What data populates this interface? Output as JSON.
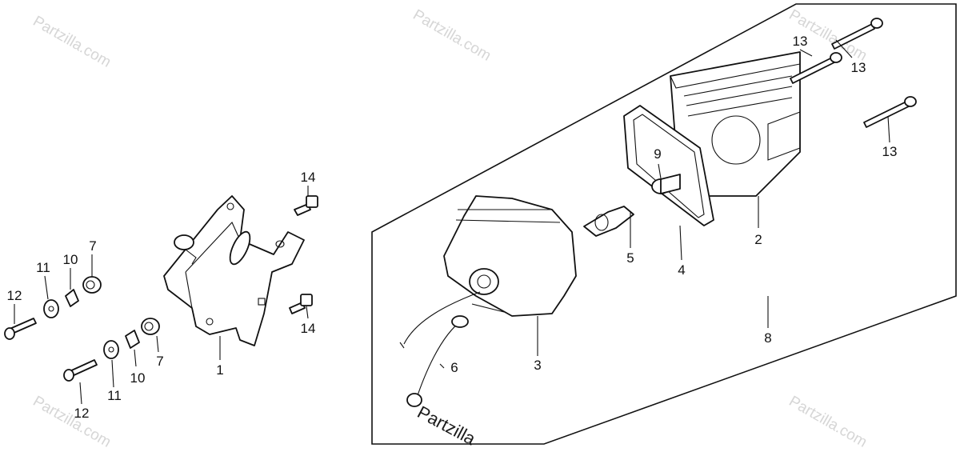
{
  "watermark": {
    "text": "Partzilla.com",
    "bottom_text": "Partzilla"
  },
  "callouts": [
    {
      "id": "1",
      "label": "1"
    },
    {
      "id": "2",
      "label": "2"
    },
    {
      "id": "3",
      "label": "3"
    },
    {
      "id": "4",
      "label": "4"
    },
    {
      "id": "5",
      "label": "5"
    },
    {
      "id": "6",
      "label": "6"
    },
    {
      "id": "7a",
      "label": "7"
    },
    {
      "id": "7b",
      "label": "7"
    },
    {
      "id": "8",
      "label": "8"
    },
    {
      "id": "9",
      "label": "9"
    },
    {
      "id": "10a",
      "label": "10"
    },
    {
      "id": "10b",
      "label": "10"
    },
    {
      "id": "11a",
      "label": "11"
    },
    {
      "id": "11b",
      "label": "11"
    },
    {
      "id": "12a",
      "label": "12"
    },
    {
      "id": "12b",
      "label": "12"
    },
    {
      "id": "13a",
      "label": "13"
    },
    {
      "id": "13b",
      "label": "13"
    },
    {
      "id": "13c",
      "label": "13"
    },
    {
      "id": "14a",
      "label": "14"
    },
    {
      "id": "14b",
      "label": "14"
    }
  ]
}
